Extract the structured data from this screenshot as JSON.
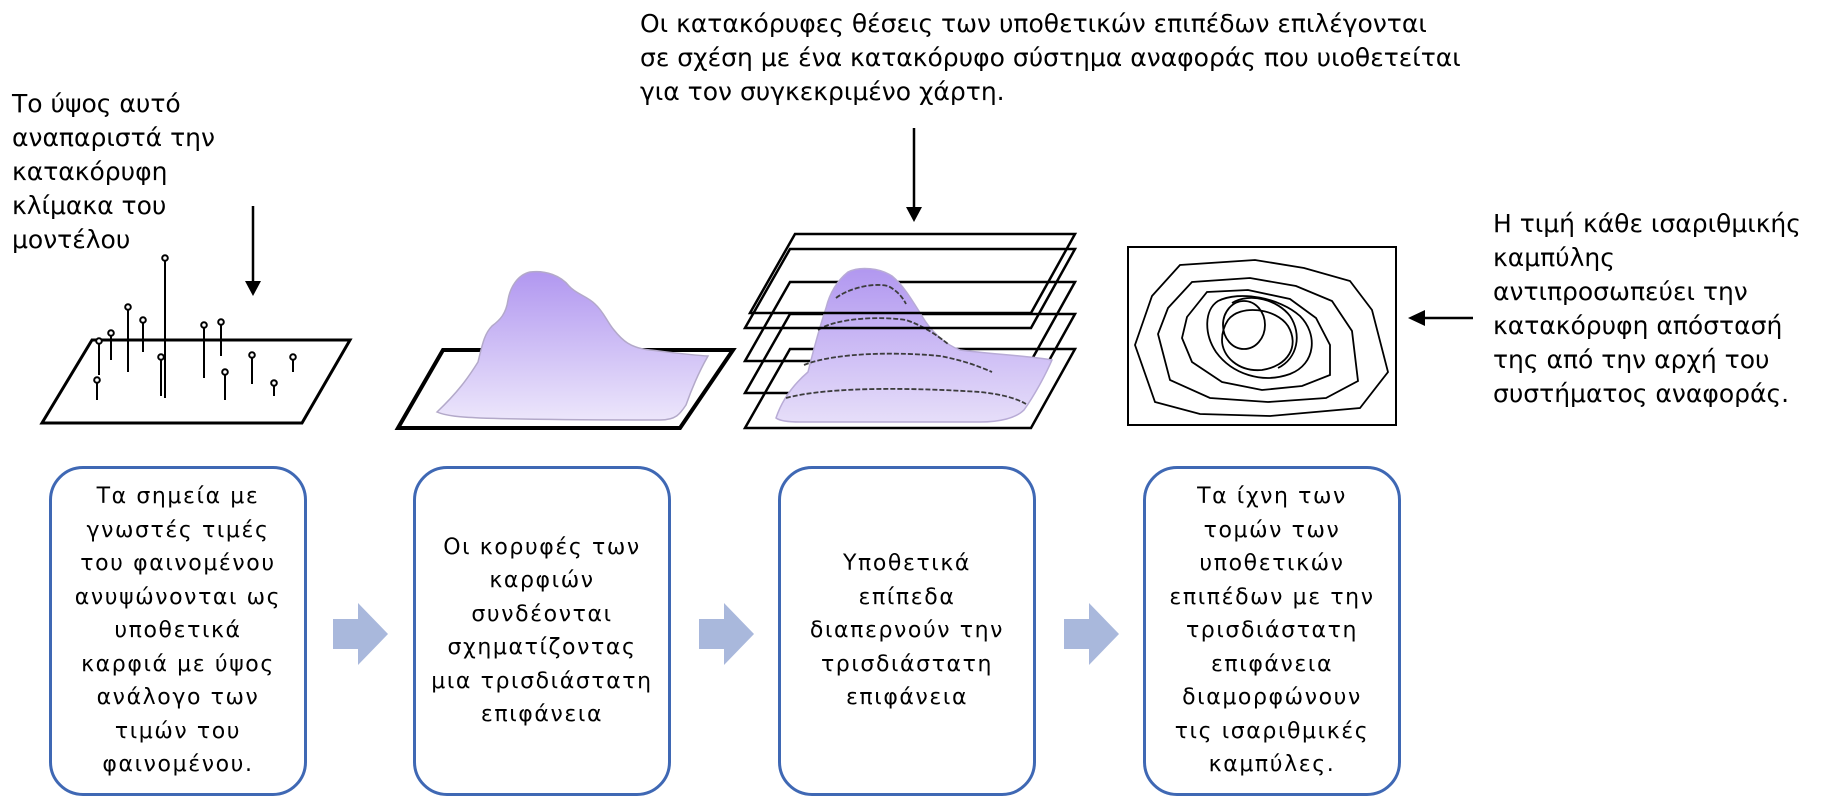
{
  "annotations": {
    "scale_note": "Το ύψος αυτό\nαναπαριστά την\nκατακόρυφη\nκλίμακα του\nμοντέλου",
    "planes_note": "Οι κατακόρυφες θέσεις των υποθετικών επιπέδων επιλέγονται\nσε σχέση με ένα κατακόρυφο σύστημα αναφοράς που υιοθετείται\nγια τον συγκεκριμένο χάρτη.",
    "contour_note": "Η τιμή κάθε ισαριθμικής\nκαμπύλης\nαντιπροσωπεύει την\nκατακόρυφη απόστασή\nτης από την αρχή του\nσυστήματος αναφοράς."
  },
  "steps": [
    {
      "text": "Τα σημεία με\nγνωστές τιμές\nτου φαινομένου\nανυψώνονται ως\nυποθετικά\nκαρφιά με ύψος\nανάλογο των\nτιμών του\nφαινομένου."
    },
    {
      "text": "Οι κορυφές των\nκαρφιών\nσυνδέονται\nσχηματίζοντας\nμια τρισδιάστατη\nεπιφάνεια"
    },
    {
      "text": "Υποθετικά\nεπίπεδα\nδιαπερνούν την\nτρισδιάστατη\nεπιφάνεια"
    },
    {
      "text": "Τα ίχνη των\nτομών των\nυποθετικών\nεπιπέδων με την\nτρισδιάστατη\nεπιφάνεια\nδιαμορφώνουν\nτις ισαριθμικές\nκαμπύλες."
    }
  ],
  "colors": {
    "box_border": "#3f68b4",
    "flow_arrow": "#a9b8dc",
    "surface_top": "#b197f0",
    "surface_bottom": "#ece6fb"
  }
}
